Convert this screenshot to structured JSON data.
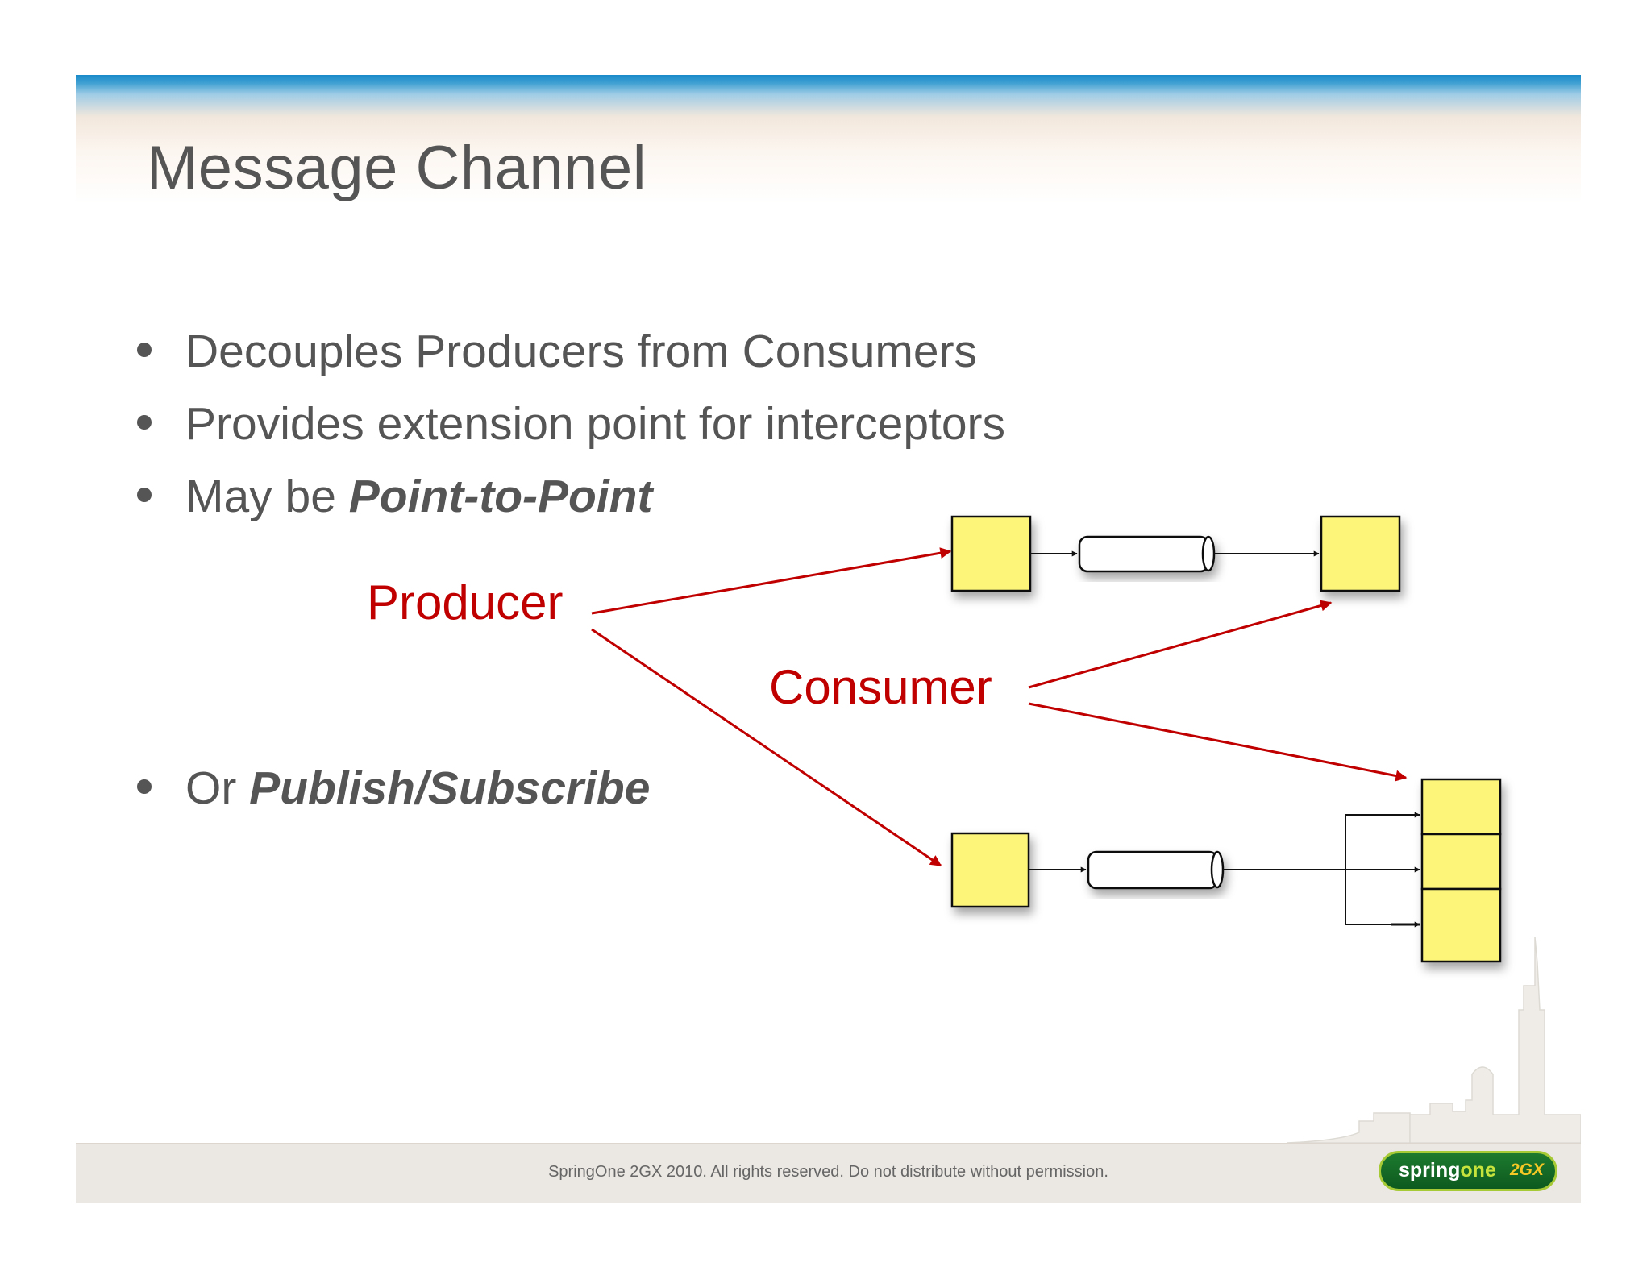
{
  "slide": {
    "title": "Message Channel",
    "bullets": [
      {
        "text": "Decouples Producers from Consumers",
        "emphasis": ""
      },
      {
        "text": "Provides extension point for interceptors",
        "emphasis": ""
      },
      {
        "text": "May be ",
        "emphasis": "Point-to-Point"
      },
      {
        "text": "Or ",
        "emphasis": "Publish/Subscribe"
      }
    ]
  },
  "diagram": {
    "producer_label": "Producer",
    "consumer_label": "Consumer",
    "label_color": "#c00000",
    "node_fill": "#fdf57a"
  },
  "footer": {
    "copyright": "SpringOne 2GX 2010. All rights reserved. Do not distribute without permission.",
    "logo_spring": "spring",
    "logo_one": "one",
    "logo_2gx": "2GX"
  }
}
